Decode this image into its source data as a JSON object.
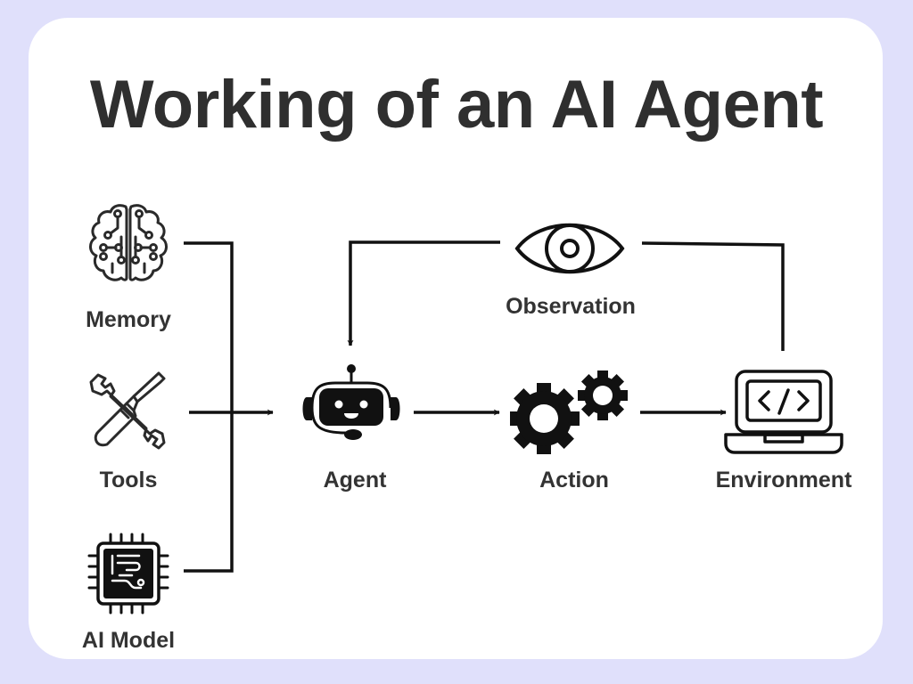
{
  "title": "Working of an AI Agent",
  "colors": {
    "background": "#e0e0fb",
    "card": "#ffffff",
    "text": "#2f2f2f",
    "stroke": "#111111"
  },
  "nodes": {
    "memory": {
      "label": "Memory",
      "icon": "brain-circuit-icon"
    },
    "tools": {
      "label": "Tools",
      "icon": "wrench-screwdriver-icon"
    },
    "ai_model": {
      "label": "AI Model",
      "icon": "chip-icon"
    },
    "agent": {
      "label": "Agent",
      "icon": "robot-headset-icon"
    },
    "action": {
      "label": "Action",
      "icon": "gears-icon"
    },
    "environment": {
      "label": "Environment",
      "icon": "laptop-code-icon"
    },
    "observation": {
      "label": "Observation",
      "icon": "eye-icon"
    }
  },
  "edges": [
    {
      "from": "Memory",
      "to": "Agent"
    },
    {
      "from": "Tools",
      "to": "Agent"
    },
    {
      "from": "AI Model",
      "to": "Agent"
    },
    {
      "from": "Agent",
      "to": "Action"
    },
    {
      "from": "Action",
      "to": "Environment"
    },
    {
      "from": "Environment",
      "to": "Observation"
    },
    {
      "from": "Observation",
      "to": "Agent"
    }
  ]
}
